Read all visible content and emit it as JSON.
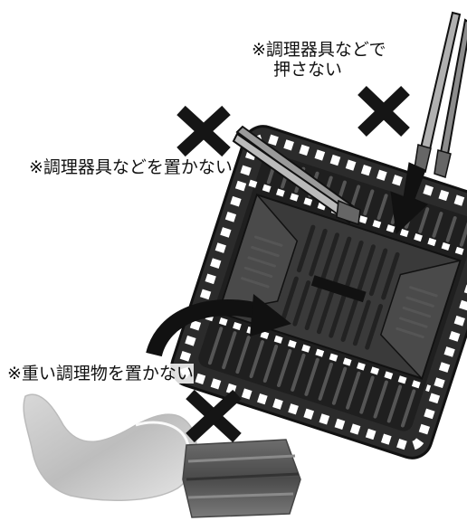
{
  "notes": {
    "no_press_line1": "※調理器具などで",
    "no_press_line2": "押さない",
    "no_place_utensils": "※調理器具などを置かない",
    "no_heavy_food": "※重い調理物を置かない"
  },
  "colors": {
    "ink": "#111111",
    "tray": "#2b2b2b",
    "grill_plate": "#3a3a3a",
    "cross": "#151515"
  },
  "icons": [
    "tongs-icon",
    "cross-mark-icon",
    "down-arrow-icon",
    "curved-arrow-icon",
    "chicken-icon",
    "meat-block-icon",
    "grill-tray-icon"
  ]
}
